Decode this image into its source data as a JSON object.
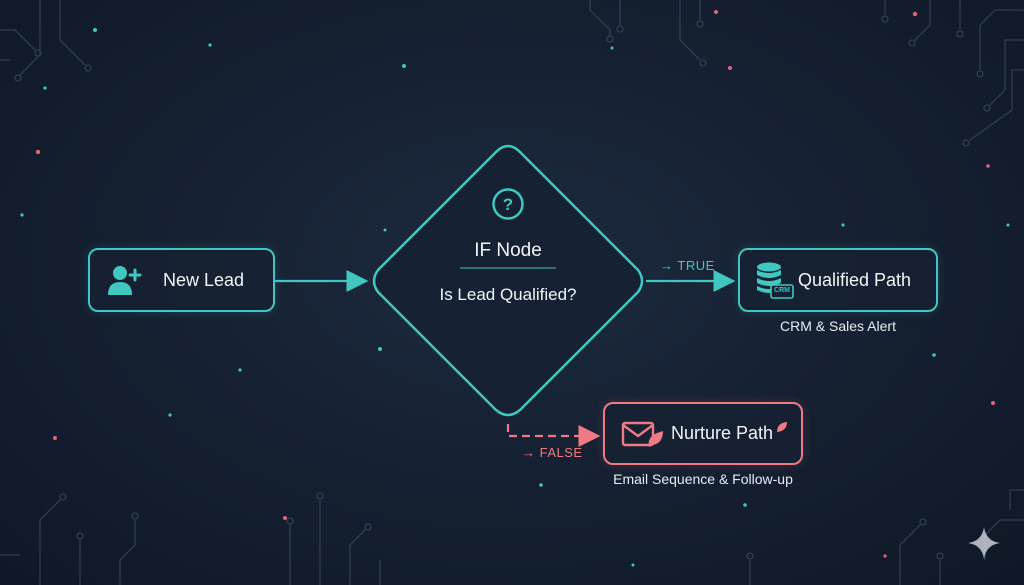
{
  "nodes": {
    "start": {
      "label": "New Lead",
      "icon": "add-user-icon"
    },
    "decision": {
      "title": "IF Node",
      "question": "Is Lead Qualified?",
      "icon": "question-mark-icon"
    },
    "true_node": {
      "label": "Qualified Path",
      "icon": "crm-database-icon",
      "icon_badge": "CRM",
      "caption": "CRM & Sales Alert"
    },
    "false_node": {
      "label": "Nurture Path",
      "icon": "email-leaf-icon",
      "caption": "Email Sequence & Follow-up"
    }
  },
  "edges": {
    "true_label": "→ TRUE",
    "false_label": "→ FALSE"
  },
  "colors": {
    "teal": "#3fc7c0",
    "pink": "#f07a84",
    "background": "#162133"
  },
  "watermark": {
    "icon": "sparkle-icon"
  }
}
